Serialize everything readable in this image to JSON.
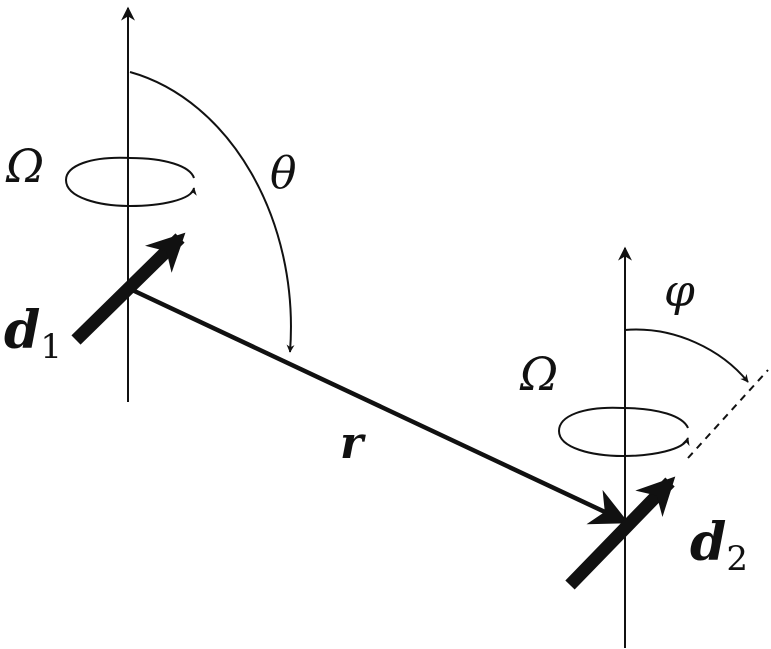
{
  "labels": {
    "omega_1": "Ω",
    "omega_2": "Ω",
    "theta": "θ",
    "phi": "φ",
    "r": "r",
    "d1_main": "d",
    "d1_sub": "1",
    "d2_main": "d",
    "d2_sub": "2"
  },
  "colors": {
    "ink": "#111111",
    "background": "#ffffff"
  }
}
